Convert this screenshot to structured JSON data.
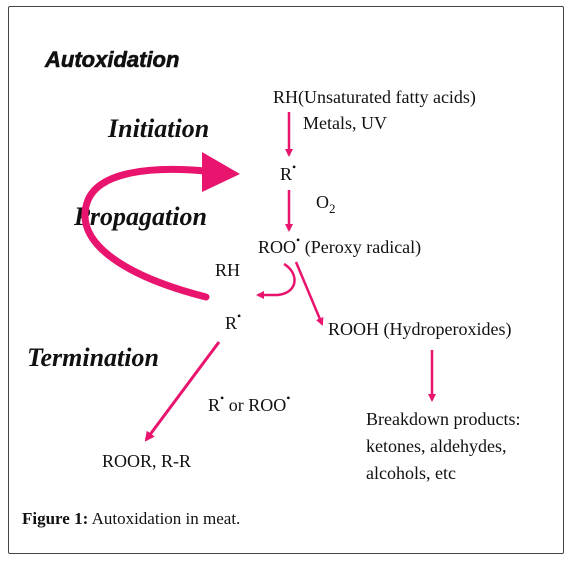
{
  "title": "Autoxidation",
  "stages": {
    "initiation": "Initiation",
    "propagation": "Propagation",
    "termination": "Termination"
  },
  "species": {
    "rh_top": "RH(Unsaturated  fatty acids)",
    "metals_uv": "Metals,  UV",
    "r_radical": "R",
    "o2_base": "O",
    "o2_sub": "2",
    "roo_base": "ROO",
    "roo_note": " (Peroxy radical)",
    "rh_mid": "RH",
    "r_radical2": "R",
    "rooh": "ROOH (Hydroperoxides)",
    "term_r": "R",
    "term_or": "  or ROO",
    "roor": "ROOR, R-R",
    "breakdown_1": "Breakdown products:",
    "breakdown_2": "ketones, aldehydes,",
    "breakdown_3": "alcohols,  etc"
  },
  "radical_dot": "•",
  "caption": {
    "label": "Figure 1:",
    "text": " Autoxidation in meat."
  },
  "colors": {
    "arrow": "#e8146e",
    "text": "#111111"
  }
}
